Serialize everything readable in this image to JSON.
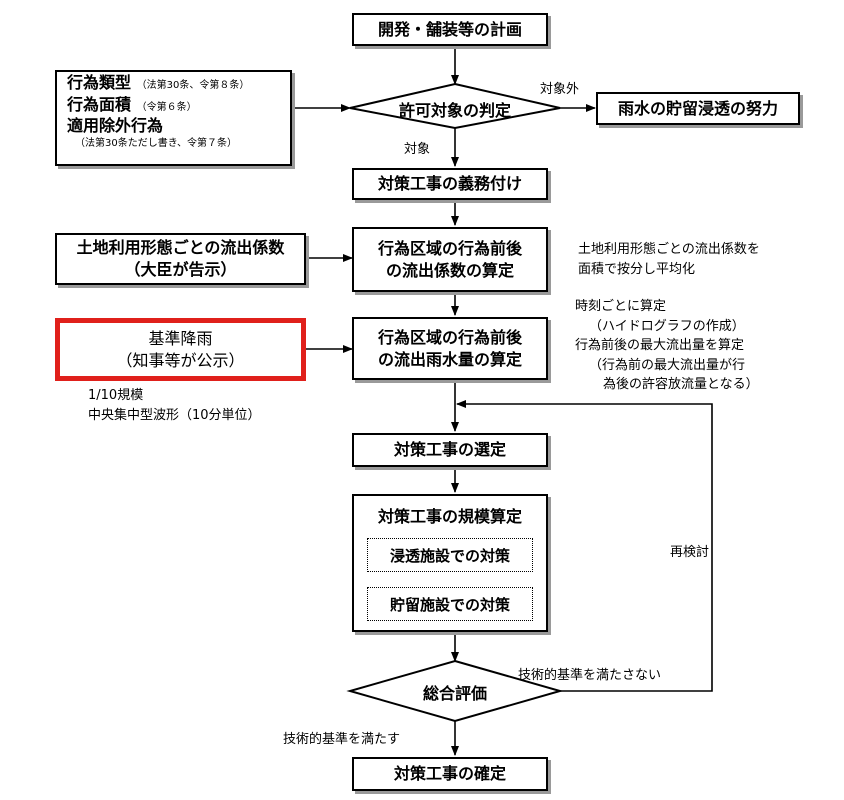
{
  "nodes": {
    "plan": "開発・舗装等の計画",
    "permit_judgement": "許可対象の判定",
    "rain_storage": "雨水の貯留浸透の努力",
    "obligation": "対策工事の義務付け",
    "runoff_coef_line1": "行為区域の行為前後",
    "runoff_coef_line2": "の流出係数の算定",
    "runoff_vol_line1": "行為区域の行為前後",
    "runoff_vol_line2": "の流出雨水量の算定",
    "selection": "対策工事の選定",
    "scale_title": "対策工事の規模算定",
    "infiltration": "浸透施設での対策",
    "storage": "貯留施設での対策",
    "evaluation": "総合評価",
    "final": "対策工事の確定"
  },
  "side_inputs": {
    "act_type": "行為類型",
    "act_type_ref": "（法第30条、令第８条）",
    "act_area": "行為面積",
    "act_area_ref": "（令第６条）",
    "exempt": "適用除外行為",
    "exempt_ref": "（法第30条ただし書き、令第７条）",
    "coef_line1": "土地利用形態ごとの流出係数",
    "coef_line2": "（大臣が告示）",
    "rain_line1": "基準降雨",
    "rain_line2": "（知事等が公示）"
  },
  "edge_labels": {
    "out_of_scope": "対象外",
    "in_scope": "対象",
    "recheck": "再検討",
    "not_satisfied": "技術的基準を満たさない",
    "satisfied": "技術的基準を満たす"
  },
  "notes": {
    "coef_note_1": "土地利用形態ごとの流出係数を",
    "coef_note_2": "面積で按分し平均化",
    "time_note_1": "時刻ごとに算定",
    "time_note_2": "（ハイドログラフの作成）",
    "time_note_3": "行為前後の最大流出量を算定",
    "time_note_4": "（行為前の最大流出量が行",
    "time_note_5": "為後の許容放流量となる）",
    "rain_note_1": "1/10規模",
    "rain_note_2": "中央集中型波形（10分単位）"
  },
  "colors": {
    "highlight": "#e0201b",
    "shadow": "#9a9a9a"
  }
}
